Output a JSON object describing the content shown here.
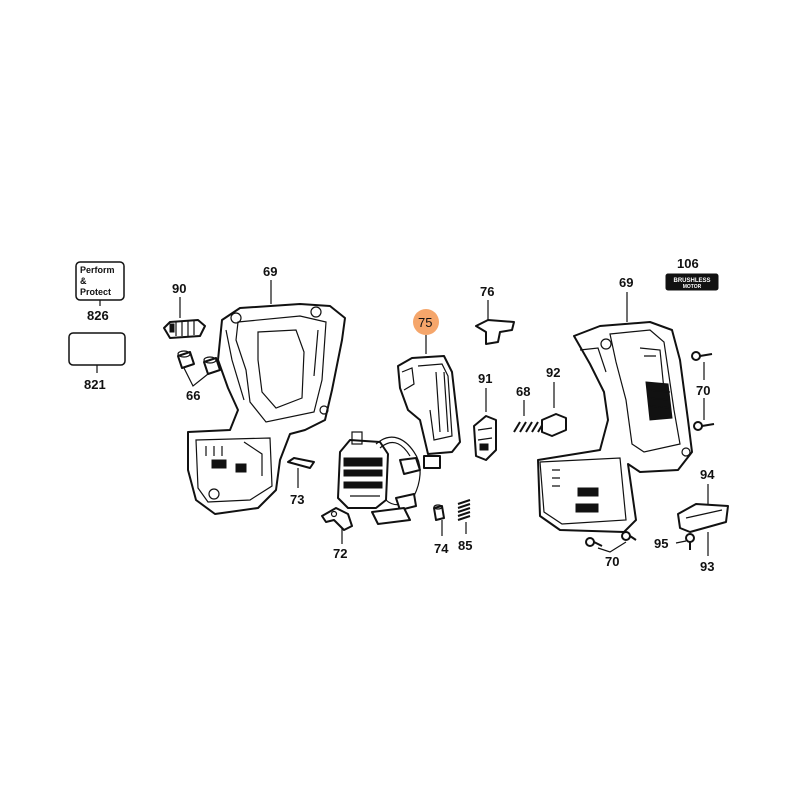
{
  "callouts": {
    "p826": "826",
    "p821": "821",
    "p90": "90",
    "p69a": "69",
    "p66": "66",
    "p73": "73",
    "p72": "72",
    "p75": "75",
    "p76": "76",
    "p91": "91",
    "p68": "68",
    "p92": "92",
    "p74": "74",
    "p85": "85",
    "p106": "106",
    "p69b": "69",
    "p70a": "70",
    "p70b": "70",
    "p94": "94",
    "p95": "95",
    "p93": "93"
  },
  "label_826": {
    "line1": "Perform",
    "line2": "&",
    "line3": "Protect"
  },
  "badge_106": {
    "line1": "BRUSHLESS",
    "line2": "MOTOR"
  },
  "colors": {
    "highlight": "#f5a66b",
    "ink": "#111111",
    "background": "#ffffff"
  }
}
